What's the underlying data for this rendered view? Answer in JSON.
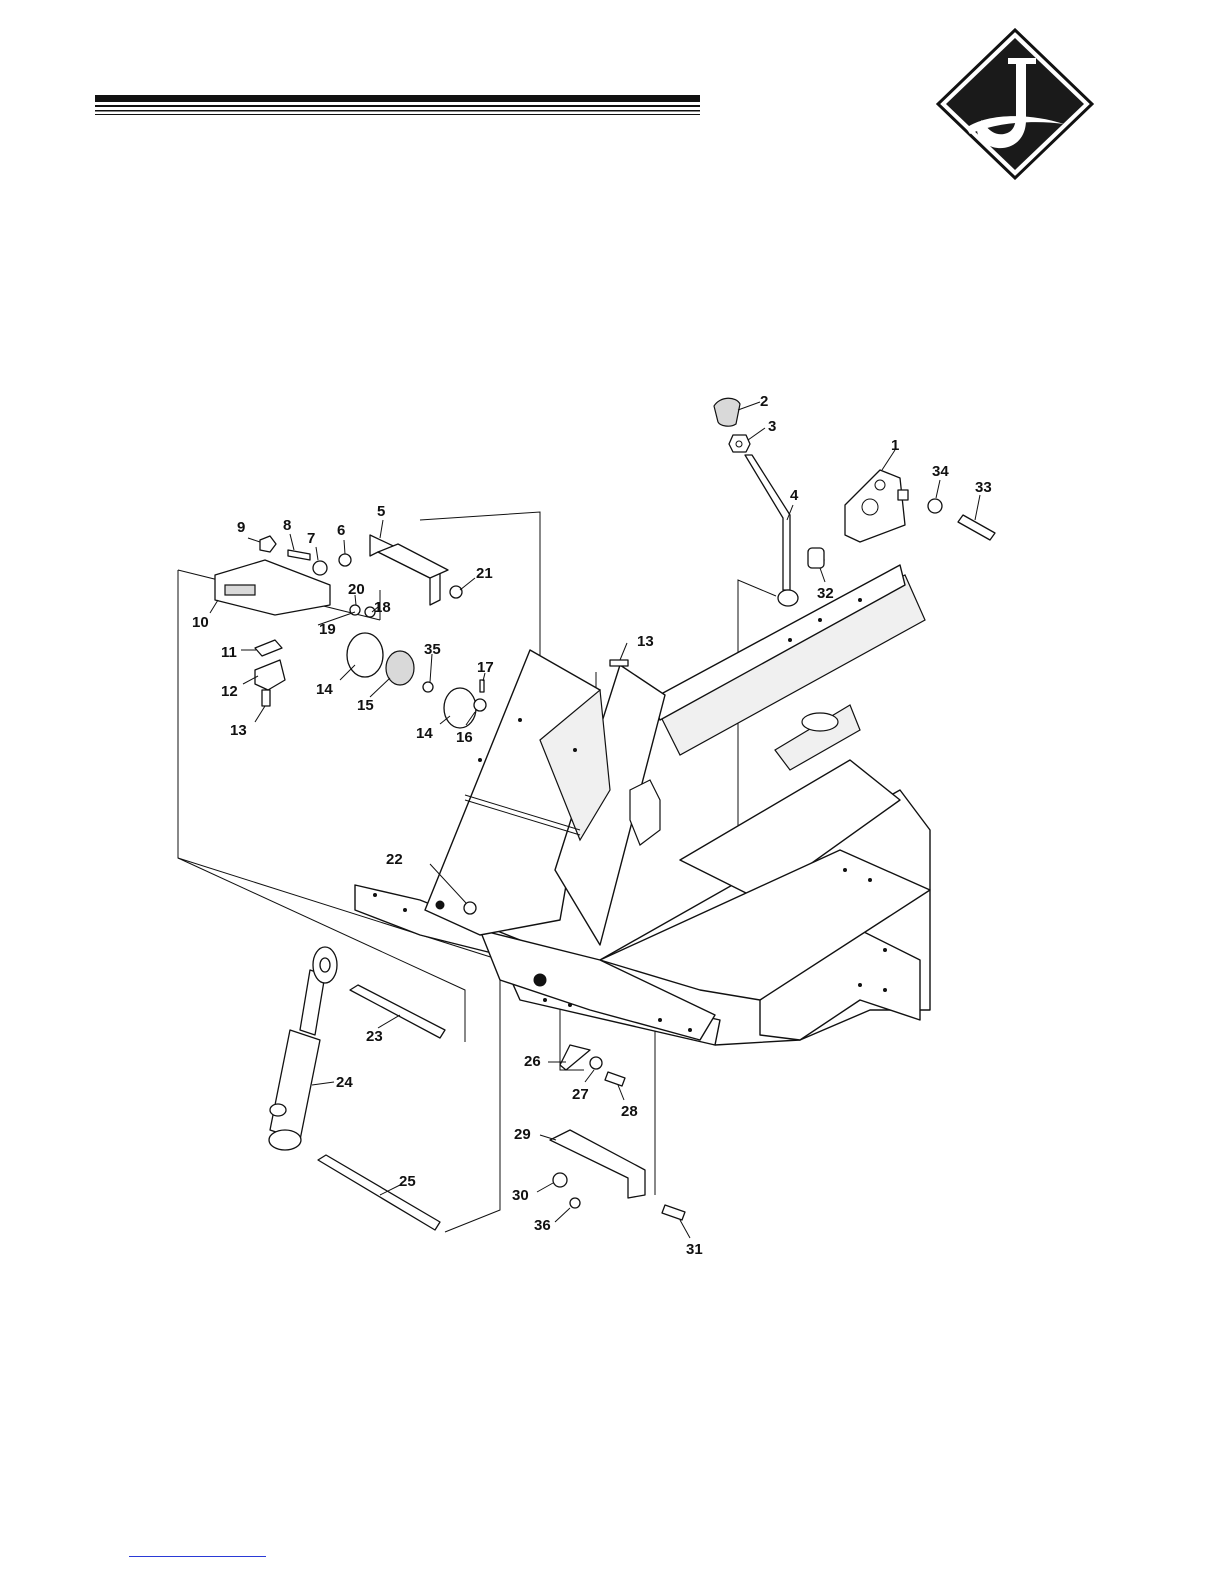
{
  "colors": {
    "ink": "#111111",
    "paper": "#ffffff",
    "link": "#2a3ad6"
  },
  "logo": {
    "icon": "diamond-j-logo-icon"
  },
  "callouts": [
    "1",
    "2",
    "3",
    "4",
    "5",
    "6",
    "7",
    "8",
    "9",
    "10",
    "11",
    "12",
    "13",
    "13",
    "14",
    "14",
    "15",
    "16",
    "17",
    "18",
    "19",
    "20",
    "21",
    "22",
    "23",
    "24",
    "25",
    "26",
    "27",
    "28",
    "29",
    "30",
    "31",
    "32",
    "33",
    "34",
    "35",
    "36"
  ]
}
